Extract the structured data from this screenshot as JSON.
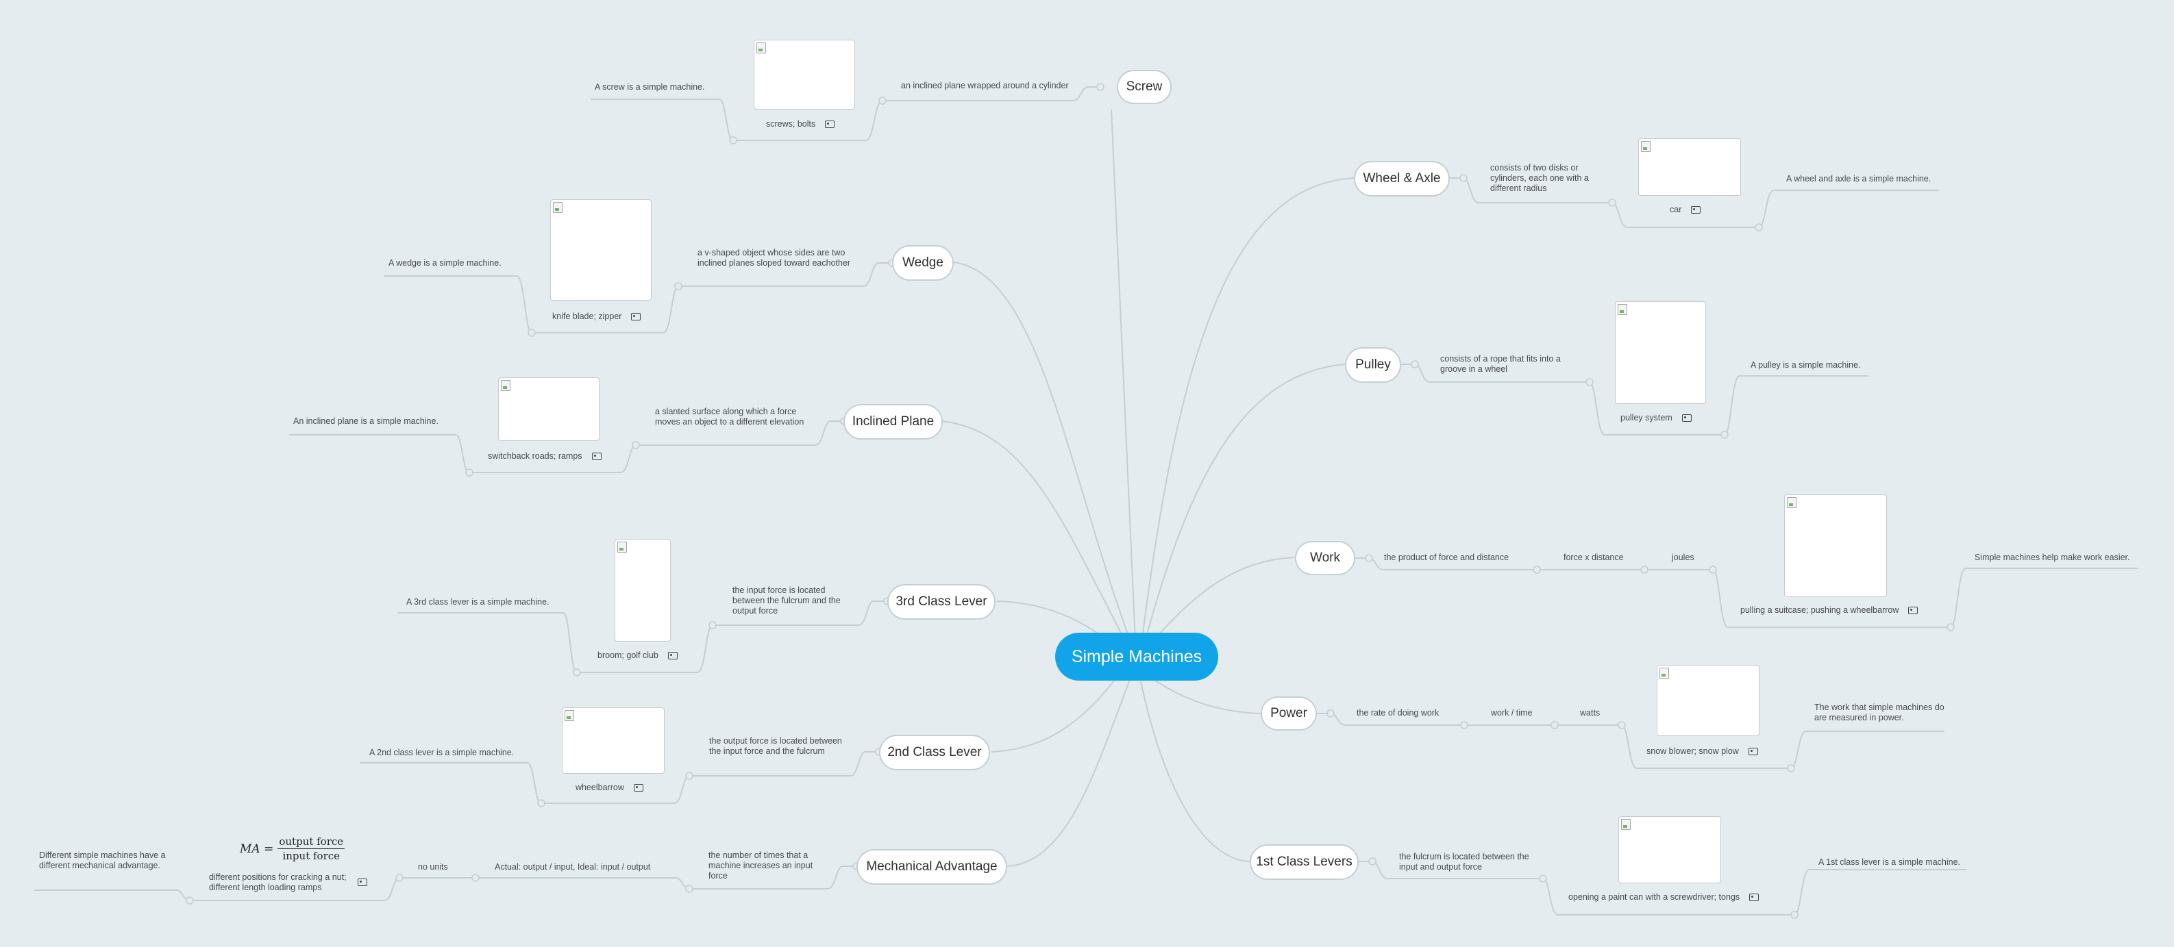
{
  "central": "Simple Machines",
  "branches": {
    "screw": {
      "title": "Screw",
      "definition": "an inclined plane wrapped around a cylinder",
      "image_caption": "screws; bolts",
      "note": "A screw is a simple machine."
    },
    "wedge": {
      "title": "Wedge",
      "definition": "a v-shaped object whose sides are two inclined planes sloped toward eachother",
      "image_caption": "knife blade; zipper",
      "note": "A wedge is a simple machine."
    },
    "inclined": {
      "title": "Inclined Plane",
      "definition": "a slanted surface along which a force moves an object to a different elevation",
      "image_caption": "switchback roads; ramps",
      "note": "An inclined plane is a simple machine."
    },
    "third": {
      "title": "3rd Class Lever",
      "definition": "the input force is located between the fulcrum and the output force",
      "image_caption": "broom; golf club",
      "note": "A 3rd class lever is a simple machine."
    },
    "second": {
      "title": "2nd Class Lever",
      "definition": "the output force is located between the input force and the fulcrum",
      "image_caption": "wheelbarrow",
      "note": "A 2nd class lever is a simple machine."
    },
    "ma": {
      "title": "Mechanical Advantage",
      "definition": "the number of times that a machine increases an input force",
      "formula_text": "Actual: output / input, Ideal: input / output",
      "units": "no units",
      "formula_lhs": "MA =",
      "formula_num": "output force",
      "formula_den": "input force",
      "image_caption": "different positions for cracking a nut; different length loading ramps",
      "note": "Different simple machines have a different mechanical advantage."
    },
    "wheel": {
      "title": "Wheel & Axle",
      "definition": "consists of two disks or cylinders, each one with a different radius",
      "image_caption": "car",
      "note": "A wheel and axle is a simple machine."
    },
    "pulley": {
      "title": "Pulley",
      "definition": "consists of a rope that fits into a groove in a wheel",
      "image_caption": "pulley system",
      "note": "A pulley is a simple machine."
    },
    "work": {
      "title": "Work",
      "definition": "the product of force and distance",
      "formula": "force x distance",
      "units": "joules",
      "image_caption": "pulling a suitcase; pushing a wheelbarrow",
      "note": "Simple machines help make work easier."
    },
    "power": {
      "title": "Power",
      "definition": "the rate of doing work",
      "formula": "work / time",
      "units": "watts",
      "image_caption": "snow blower; snow plow",
      "note": "The work that simple machines do are measured in power."
    },
    "first": {
      "title": "1st Class Levers",
      "definition": "the fulcrum is located between the input and output force",
      "image_caption": "opening a paint can with a screwdriver; tongs",
      "note": "A 1st class lever is a simple machine."
    }
  },
  "colors": {
    "background": "#e4ecf0",
    "central": "#12a4e8",
    "connector": "#c5ced3"
  }
}
